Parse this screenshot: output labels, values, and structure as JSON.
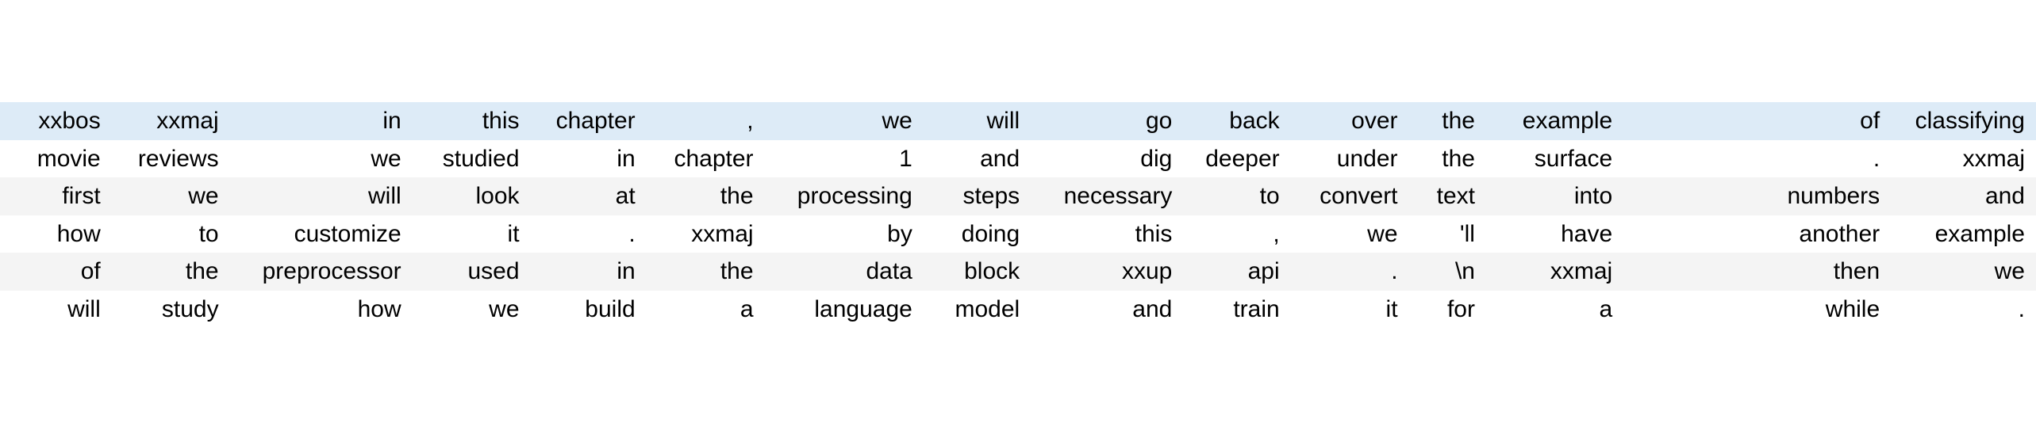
{
  "table": {
    "row_count": 6,
    "column_count": 16,
    "colors": {
      "highlight_row_bg": "#ddebf7",
      "stripe_row_bg": "#f4f4f4",
      "plain_row_bg": "#ffffff",
      "text": "#000000",
      "page_bg": "#ffffff"
    },
    "rows": [
      {
        "style": "highlight",
        "cells": [
          "xxbos",
          "xxmaj",
          "in",
          "this",
          "chapter",
          ",",
          "we",
          "will",
          "go",
          "back",
          "over",
          "the",
          "example",
          "",
          "of",
          "classifying"
        ]
      },
      {
        "style": "plain",
        "cells": [
          "movie",
          "reviews",
          "we",
          "studied",
          "in",
          "chapter",
          "1",
          "and",
          "dig",
          "deeper",
          "under",
          "the",
          "surface",
          "",
          ".",
          "xxmaj"
        ]
      },
      {
        "style": "stripe",
        "cells": [
          "first",
          "we",
          "will",
          "look",
          "at",
          "the",
          "processing",
          "steps",
          "necessary",
          "to",
          "convert",
          "text",
          "into",
          "",
          "numbers",
          "and"
        ]
      },
      {
        "style": "plain",
        "cells": [
          "how",
          "to",
          "customize",
          "it",
          ".",
          "xxmaj",
          "by",
          "doing",
          "this",
          ",",
          "we",
          "'ll",
          "have",
          "",
          "another",
          "example"
        ]
      },
      {
        "style": "stripe",
        "cells": [
          "of",
          "the",
          "preprocessor",
          "used",
          "in",
          "the",
          "data",
          "block",
          "xxup",
          "api",
          ".",
          "\\n",
          "xxmaj",
          "",
          "then",
          "we"
        ]
      },
      {
        "style": "plain",
        "cells": [
          "will",
          "study",
          "how",
          "we",
          "build",
          "a",
          "language",
          "model",
          "and",
          "train",
          "it",
          "for",
          "a",
          "",
          "while",
          "."
        ]
      }
    ]
  }
}
